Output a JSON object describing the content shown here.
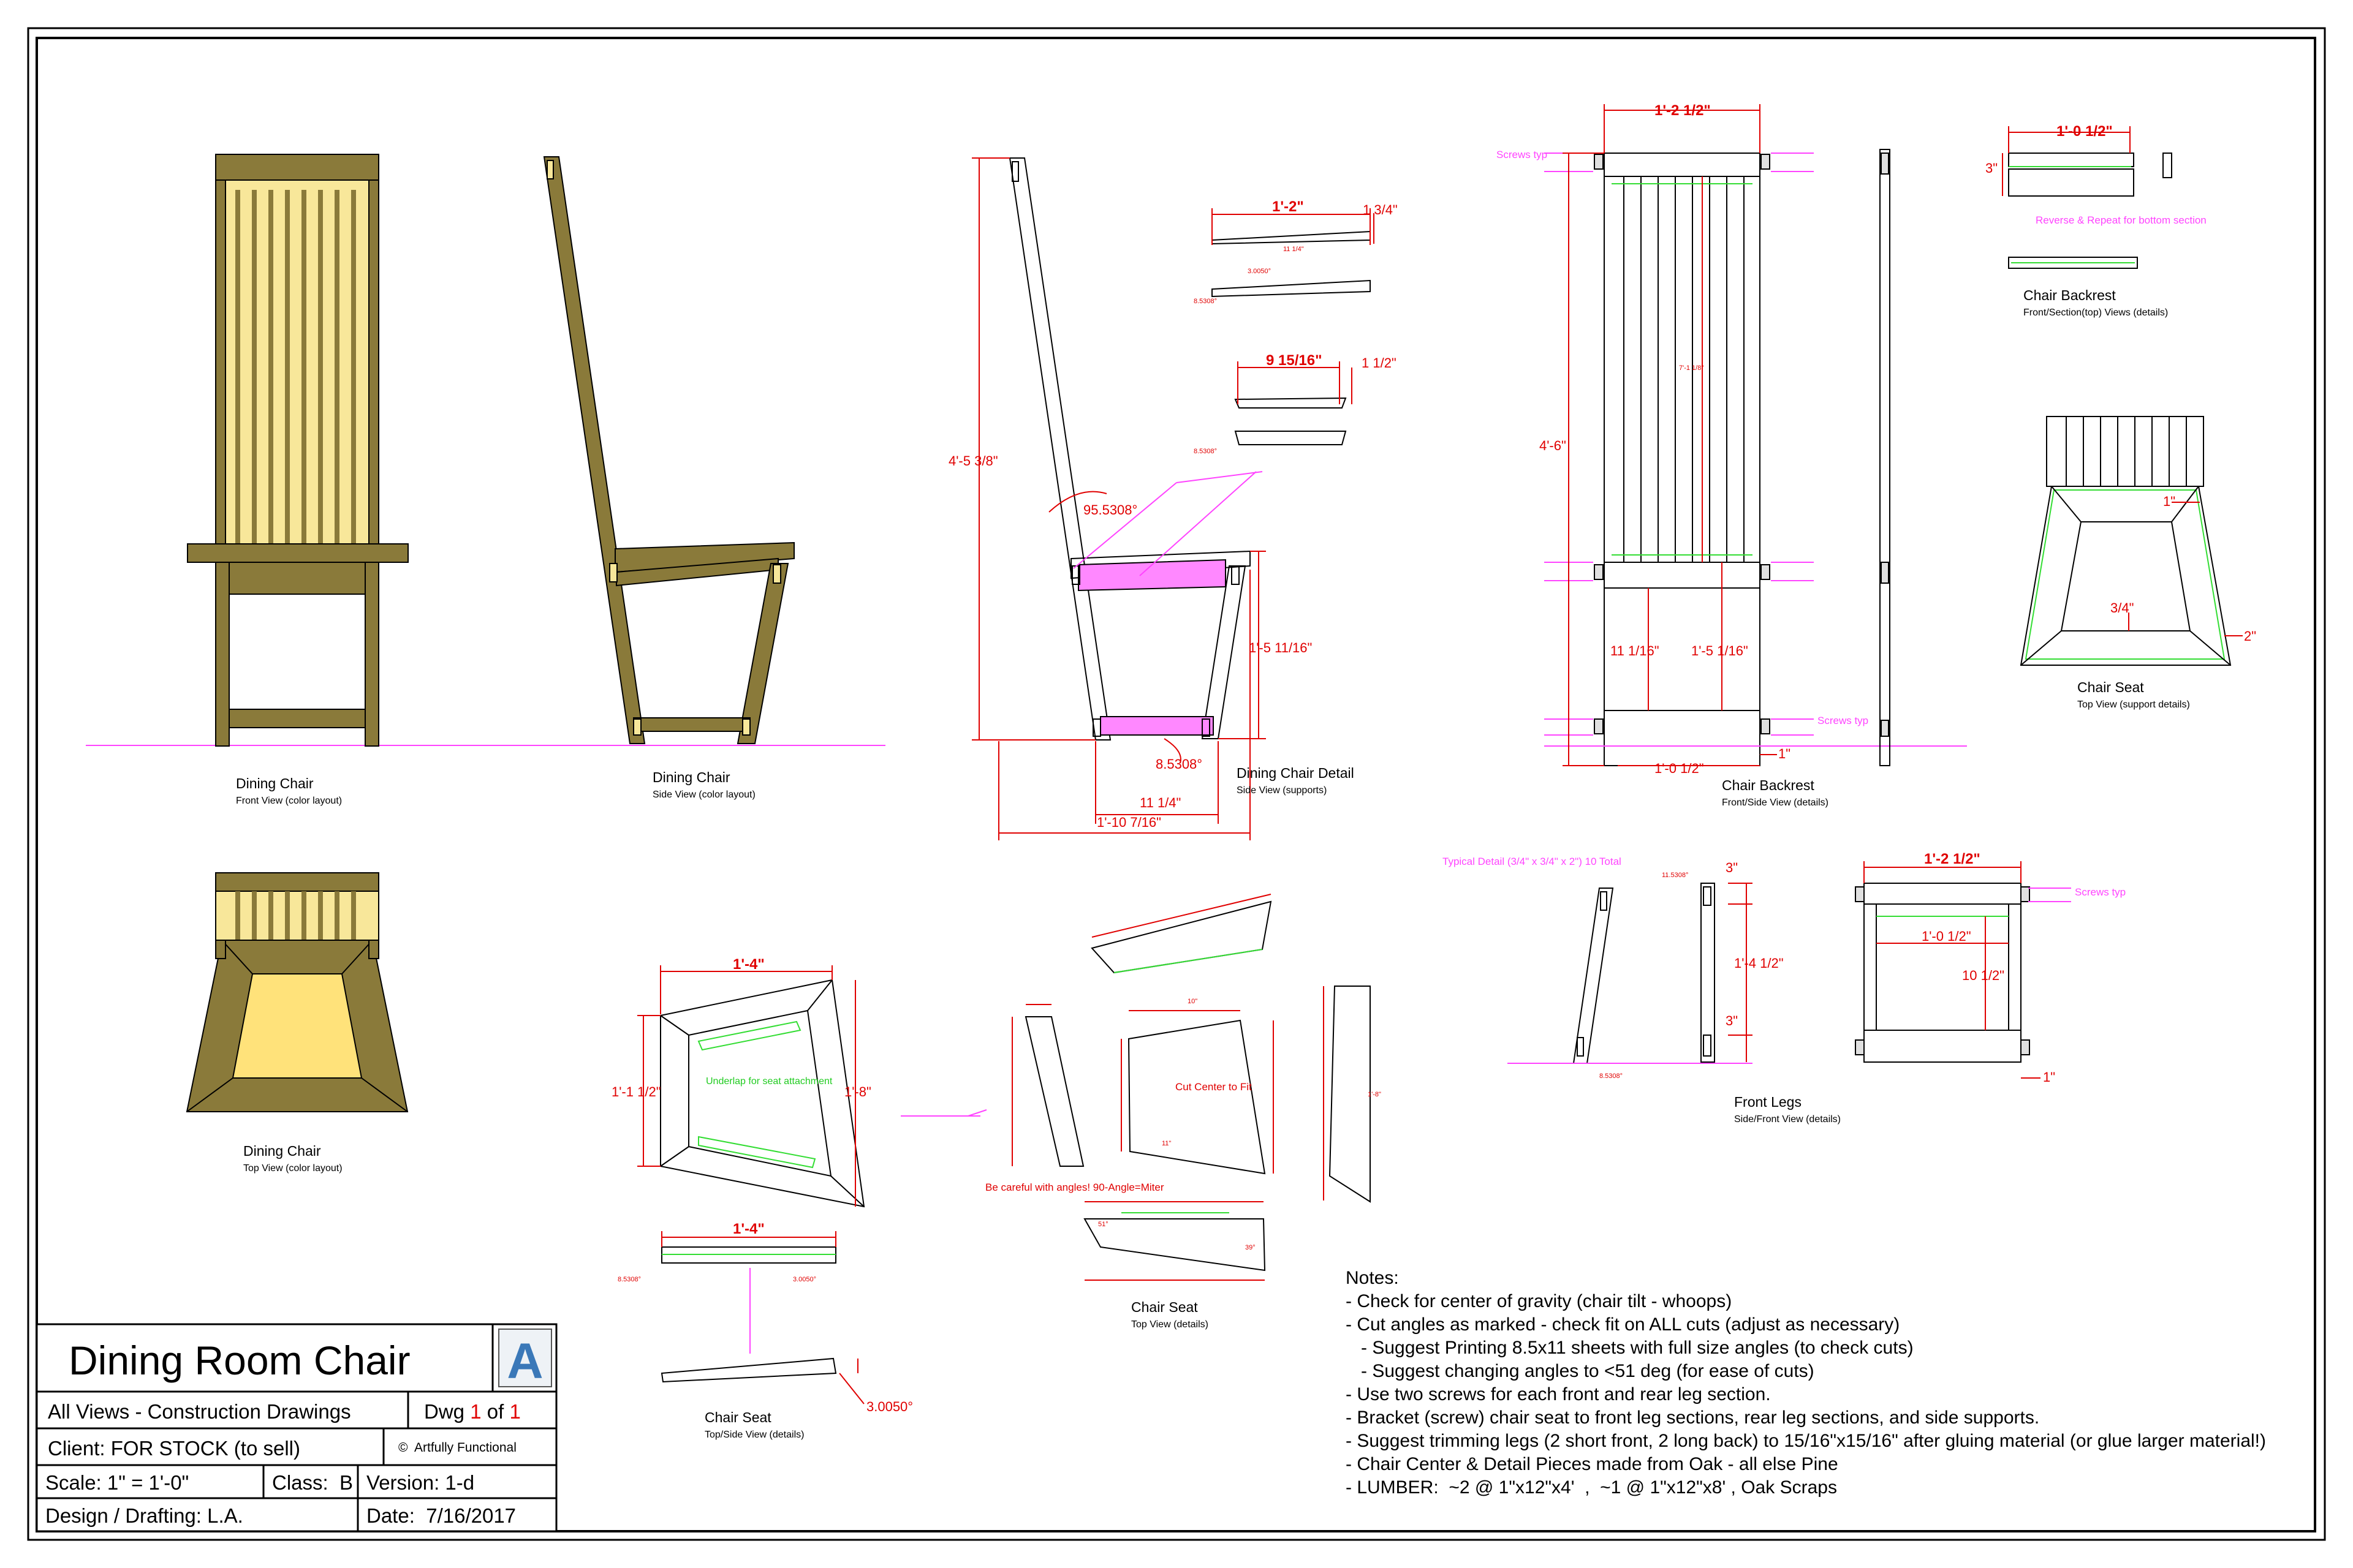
{
  "colors": {
    "wood_light": "#f8e79a",
    "wood_dark": "#8a7a3a",
    "seat_light": "#ffe27a",
    "dimension": "#e00000",
    "guide": "#ff44ff",
    "hidden": "#33dd33"
  },
  "views": {
    "front": {
      "label": "Dining Chair",
      "sub": "Front View (color layout)"
    },
    "side": {
      "label": "Dining Chair",
      "sub": "Side View (color layout)"
    },
    "top": {
      "label": "Dining Chair",
      "sub": "Top View (color layout)"
    },
    "detail": {
      "label": "Dining Chair Detail",
      "sub": "Side View (supports)"
    },
    "backrest": {
      "label": "Chair Backrest",
      "sub": "Front/Side View (details)"
    },
    "backrest_top": {
      "label": "Chair Backrest",
      "sub": "Front/Section(top) Views (details)"
    },
    "seat_support": {
      "label": "Chair Seat",
      "sub": "Top View (support details)"
    },
    "front_legs": {
      "label": "Front Legs",
      "sub": "Side/Front View (details)"
    },
    "seat_top": {
      "label": "Chair Seat",
      "sub": "Top View (details)"
    },
    "seat_topside": {
      "label": "Chair Seat",
      "sub": "Top/Side View (details)"
    }
  },
  "dims": {
    "height_total": "4'-5 3/8\"",
    "angle_back": "95.5308°",
    "angle_seat": "8.5308°",
    "seat_h": "1'-5 11/16\"",
    "leg_span": "11 1/4\"",
    "depth_total": "1'-10 7/16\"",
    "support_top_w": "1'-2\"",
    "support_top_h": "1 3/4\"",
    "support_low_w": "9 15/16\"",
    "support_low_h": "1 1/2\"",
    "small_a": "8.5308°",
    "small_b": "3.0050°",
    "small_c": "11 1/4\"",
    "back_w": "1'-2 1/2\"",
    "back_h": "4'-6\"",
    "back_mid": "7'-1 1/8\"",
    "back_low_a": "11 1/16\"",
    "back_low_b": "1'-5 1/16\"",
    "back_base": "1'-0 1/2\"",
    "back_edge": "1\"",
    "br_top_w": "1'-0 1/2\"",
    "br_top_h": "3\"",
    "seat_sup_a": "1\"",
    "seat_sup_b": "3/4\"",
    "seat_sup_c": "2\"",
    "fl_top": "3\"",
    "fl_h": "1'-4 1/2\"",
    "fl_bot": "3\"",
    "fl_w": "1'-2 1/2\"",
    "fl_in": "1'-0 1/2\"",
    "fl_in_h": "10 1/2\"",
    "fl_edge": "1\"",
    "fl_angle": "11.5308°",
    "fl_angle2": "8.5308°",
    "seat_w": "1'-4\"",
    "seat_d": "1'-1 1/2\"",
    "seat_d2": "1'-8\"",
    "seat_side_w": "1'-4\"",
    "seat_side_a": "8.5308°",
    "seat_side_b": "3.0050°",
    "seat_tilt": "3.0050°",
    "parts_a": "10\"",
    "parts_b": "39°",
    "parts_c": "51°",
    "parts_d": "1'-8\"",
    "parts_e": "11\""
  },
  "annotations": {
    "screws_typ": "Screws typ",
    "reverse": "Reverse & Repeat for bottom section",
    "typical_detail": "Typical Detail (3/4\" x 3/4\" x 2\") 10 Total",
    "underlap": "Underlap for seat attachment",
    "cut_center": "Cut Center to Fit",
    "careful": "Be careful with angles! 90-Angle=Miter"
  },
  "notes": {
    "title": "Notes:",
    "lines": [
      "- Check for center of gravity (chair tilt - whoops)",
      "- Cut angles as marked - check fit on ALL cuts (adjust as necessary)",
      "   - Suggest Printing 8.5x11 sheets with full size angles (to check cuts)",
      "   - Suggest changing angles to <51 deg (for ease of cuts)",
      "- Use two screws for each front and rear leg section.",
      "- Bracket (screw) chair seat to front leg sections, rear leg sections, and side supports.",
      "- Suggest trimming legs (2 short front, 2 long back) to 15/16\"x15/16\" after gluing material (or glue larger material!)",
      "- Chair Center & Detail Pieces made from Oak - all else Pine",
      "- LUMBER:  ~2 @ 1\"x12\"x4'  ,  ~1 @ 1\"x12\"x8' , Oak Scraps"
    ]
  },
  "titleblock": {
    "title": "Dining Room Chair",
    "logo": "A",
    "desc": "All Views - Construction Drawings",
    "dwg_prefix": "Dwg",
    "dwg_num": "1",
    "dwg_of": "of",
    "dwg_total": "1",
    "client": "Client: FOR STOCK (to sell)",
    "copyright": "©  Artfully Functional",
    "scale": "Scale: 1\" = 1'-0\"",
    "class": "Class:  B",
    "version": "Version: 1-d",
    "design": "Design / Drafting: L.A.",
    "date": "Date:  7/16/2017"
  }
}
